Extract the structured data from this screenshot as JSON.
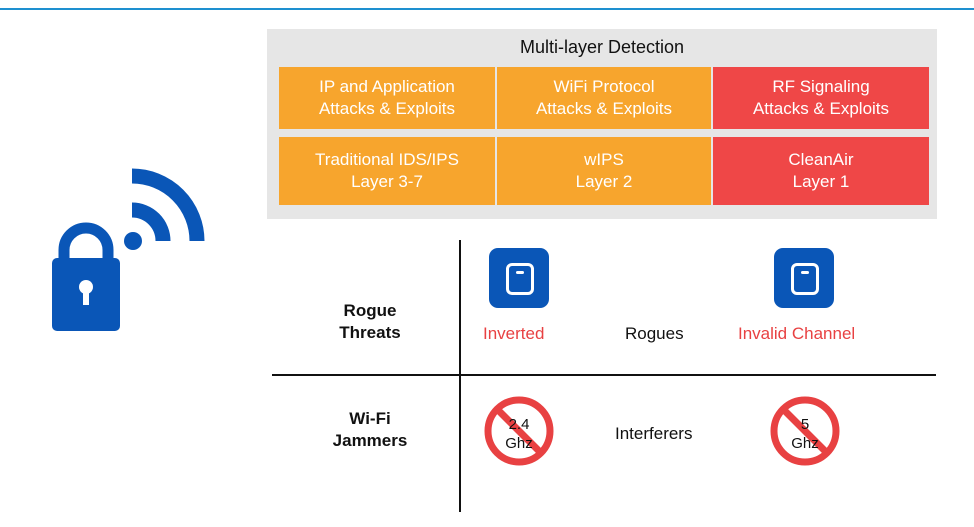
{
  "panel": {
    "title": "Multi-layer Detection",
    "cells": [
      {
        "line1": "IP and Application",
        "line2": "Attacks & Exploits"
      },
      {
        "line1": "WiFi Protocol",
        "line2": "Attacks & Exploits"
      },
      {
        "line1": "RF Signaling",
        "line2": "Attacks & Exploits"
      },
      {
        "line1": "Traditional IDS/IPS",
        "line2": "Layer 3-7"
      },
      {
        "line1": "wIPS",
        "line2": "Layer 2"
      },
      {
        "line1": "CleanAir",
        "line2": "Layer 1"
      }
    ],
    "colors": {
      "orange": "#f7a52d",
      "red": "#ef4747",
      "background": "#e6e6e6"
    }
  },
  "icons": {
    "main": "lock-wifi-icon",
    "access_point": "access-point-icon",
    "prohibited": "no-sign-icon"
  },
  "matrix": {
    "rows": [
      {
        "line1": "Rogue",
        "line2": "Threats"
      },
      {
        "line1": "Wi-Fi",
        "line2": "Jammers"
      }
    ],
    "rogue": {
      "left": "Inverted",
      "center": "Rogues",
      "right": "Invalid Channel"
    },
    "jammers": {
      "left_line1": "2.4",
      "left_line2": "Ghz",
      "center": "Interferers",
      "right_line1": "5",
      "right_line2": "Ghz"
    },
    "colors": {
      "accent_blue": "#0a56b7",
      "alert_red": "#e84142"
    }
  }
}
